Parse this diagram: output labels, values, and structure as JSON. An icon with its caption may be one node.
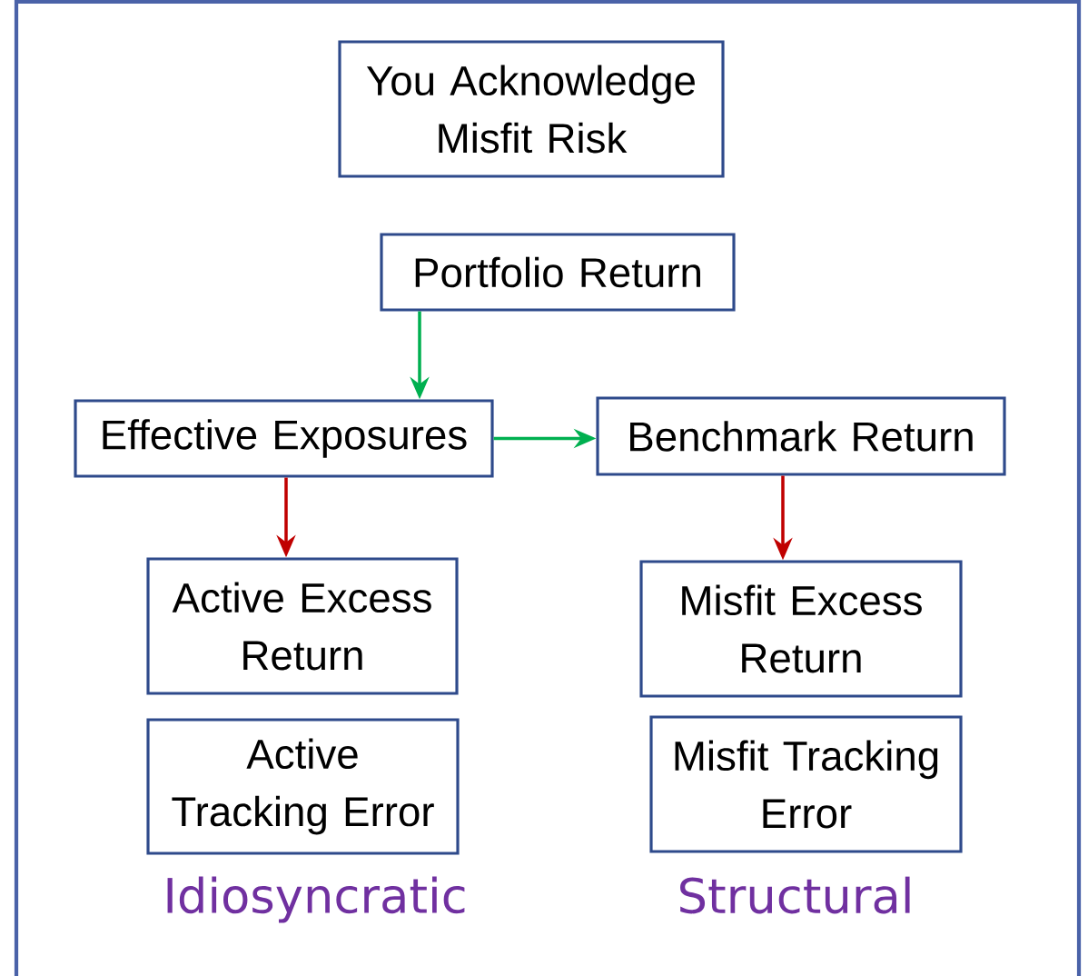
{
  "diagram": {
    "nodes": [
      {
        "text": [
          "You Acknowledge Misfit Risk"
        ]
      },
      {
        "text": [
          "Portfolio Return"
        ]
      },
      {
        "text": [
          "Effective Exposures"
        ]
      },
      {
        "text": [
          "Benchmark Return"
        ]
      },
      {
        "text": [
          "Active Excess Return"
        ]
      },
      {
        "text": [
          "Active Tracking Error"
        ]
      },
      {
        "text": [
          "Misfit Excess Return"
        ]
      },
      {
        "text": [
          "Misfit Tracking Error"
        ]
      }
    ],
    "edges": [
      {
        "from": 1,
        "to": 2,
        "arrow": "to",
        "color": "#00b050"
      },
      {
        "from": 2,
        "to": 3,
        "arrow": "to",
        "color": "#00b050"
      },
      {
        "from": 2,
        "to": 4,
        "arrow": "to",
        "color": "#c00000"
      },
      {
        "from": 3,
        "to": 6,
        "arrow": "to",
        "color": "#c00000"
      }
    ],
    "labels": [
      "Idiosyncratic",
      "Structural"
    ]
  }
}
